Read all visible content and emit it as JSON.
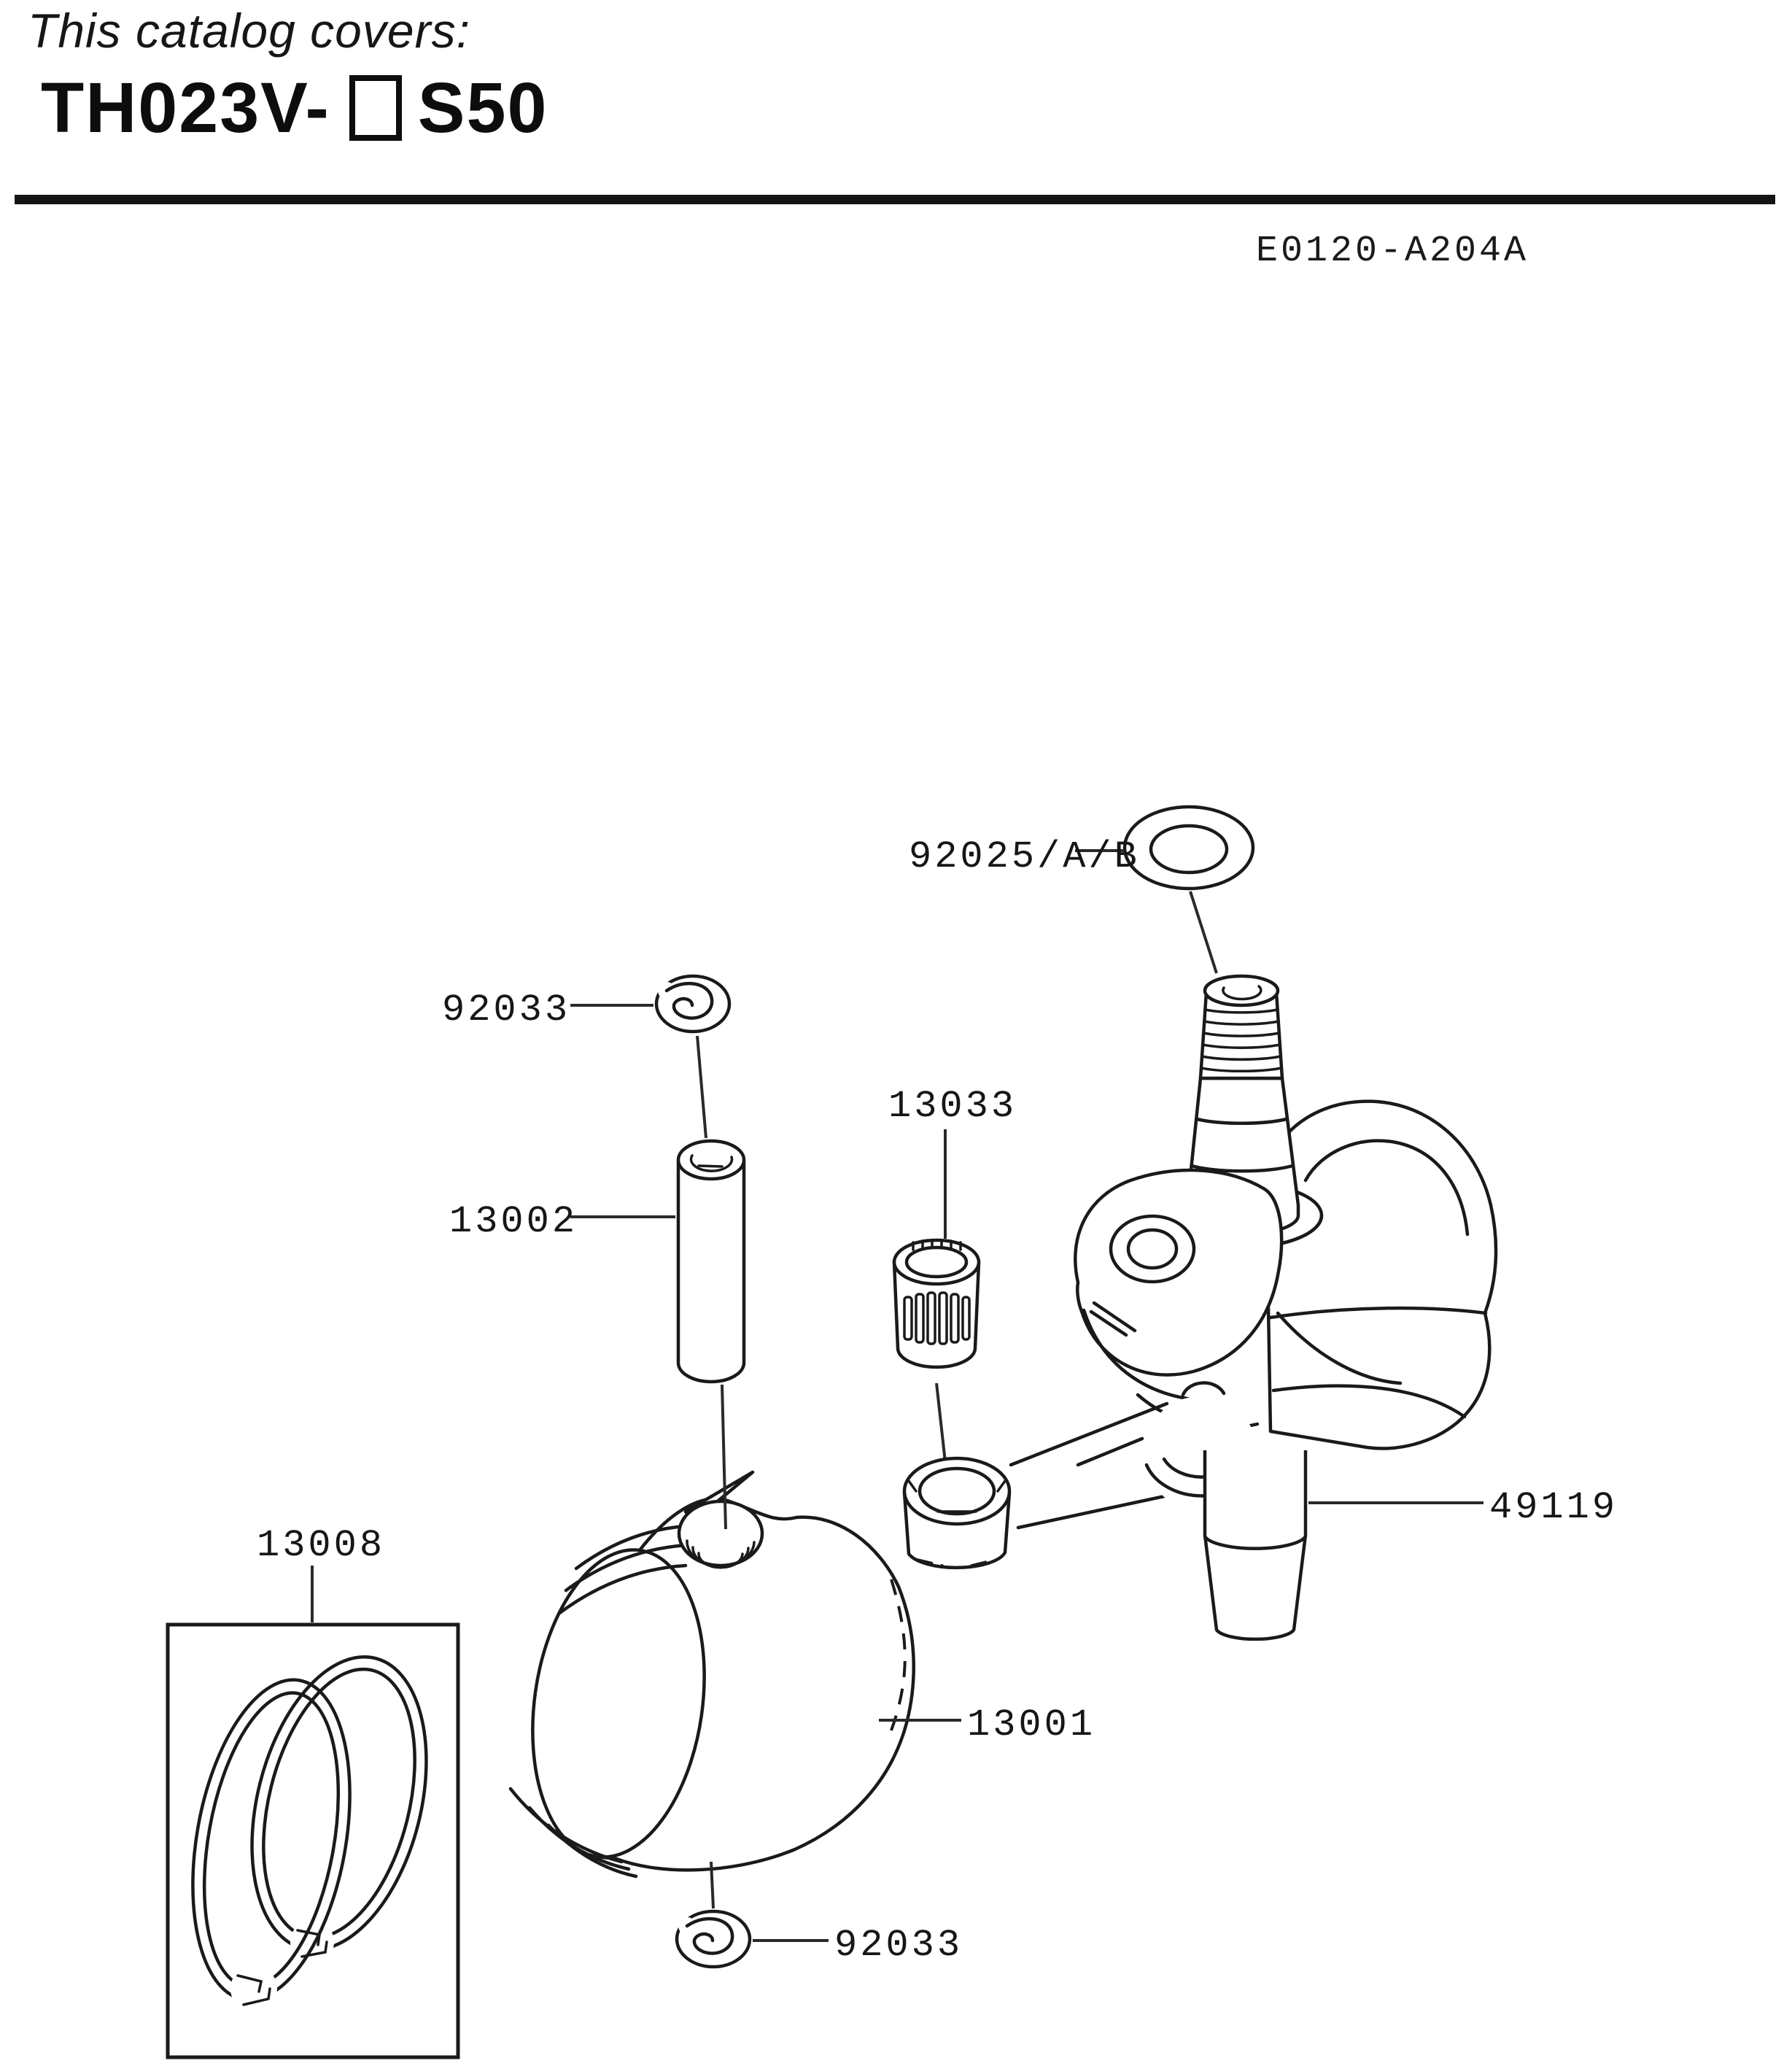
{
  "page": {
    "background": "#ffffff",
    "ink": "#1a1a1a"
  },
  "header": {
    "covers_label": "This catalog covers:",
    "model_prefix": "TH023V-",
    "model_suffix": "S50",
    "diagram_code": "E0120-A204A"
  },
  "parts": {
    "washer": "92025/A/B",
    "pin_clip_top": "92033",
    "needle_bearing": "13033",
    "piston_pin": "13002",
    "piston_ring_set": "13008",
    "piston": "13001",
    "crankshaft": "49119",
    "pin_clip_bottom": "92033"
  }
}
